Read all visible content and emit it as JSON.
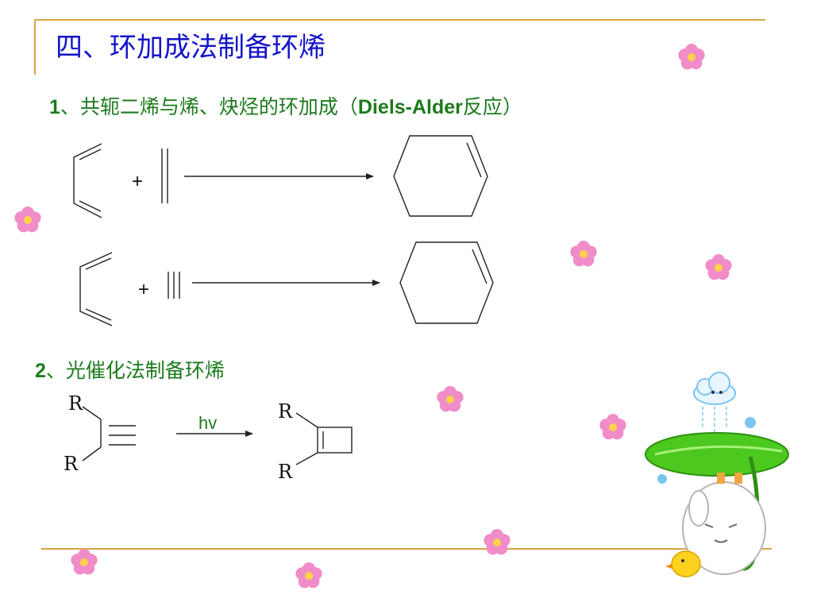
{
  "slide": {
    "title": "四、环加成法制备环烯",
    "section1": {
      "number": "1",
      "text_a": "、共轭二烯与烯、炔烃的环加成（",
      "text_bold": "Diels-Alder",
      "text_b": "反应）"
    },
    "section2": {
      "number": "2",
      "text": "、光催化法制备环烯"
    }
  },
  "reactions": {
    "plus_sign": "+",
    "reaction_label": "hv",
    "substituent_label": "R"
  },
  "colors": {
    "title": "#1414c8",
    "section": "#1d7a1d",
    "rule": "#d9a441",
    "flower_petal": "#f08cc8",
    "flower_center": "#ffd24a",
    "leaf": "#4cc81e"
  },
  "decorations": {
    "flower_icon": "flower-icon",
    "mascot_icon": "bunny-with-leaf-umbrella-icon",
    "cloud_icon": "cloud-icon",
    "chick_icon": "chick-icon"
  }
}
